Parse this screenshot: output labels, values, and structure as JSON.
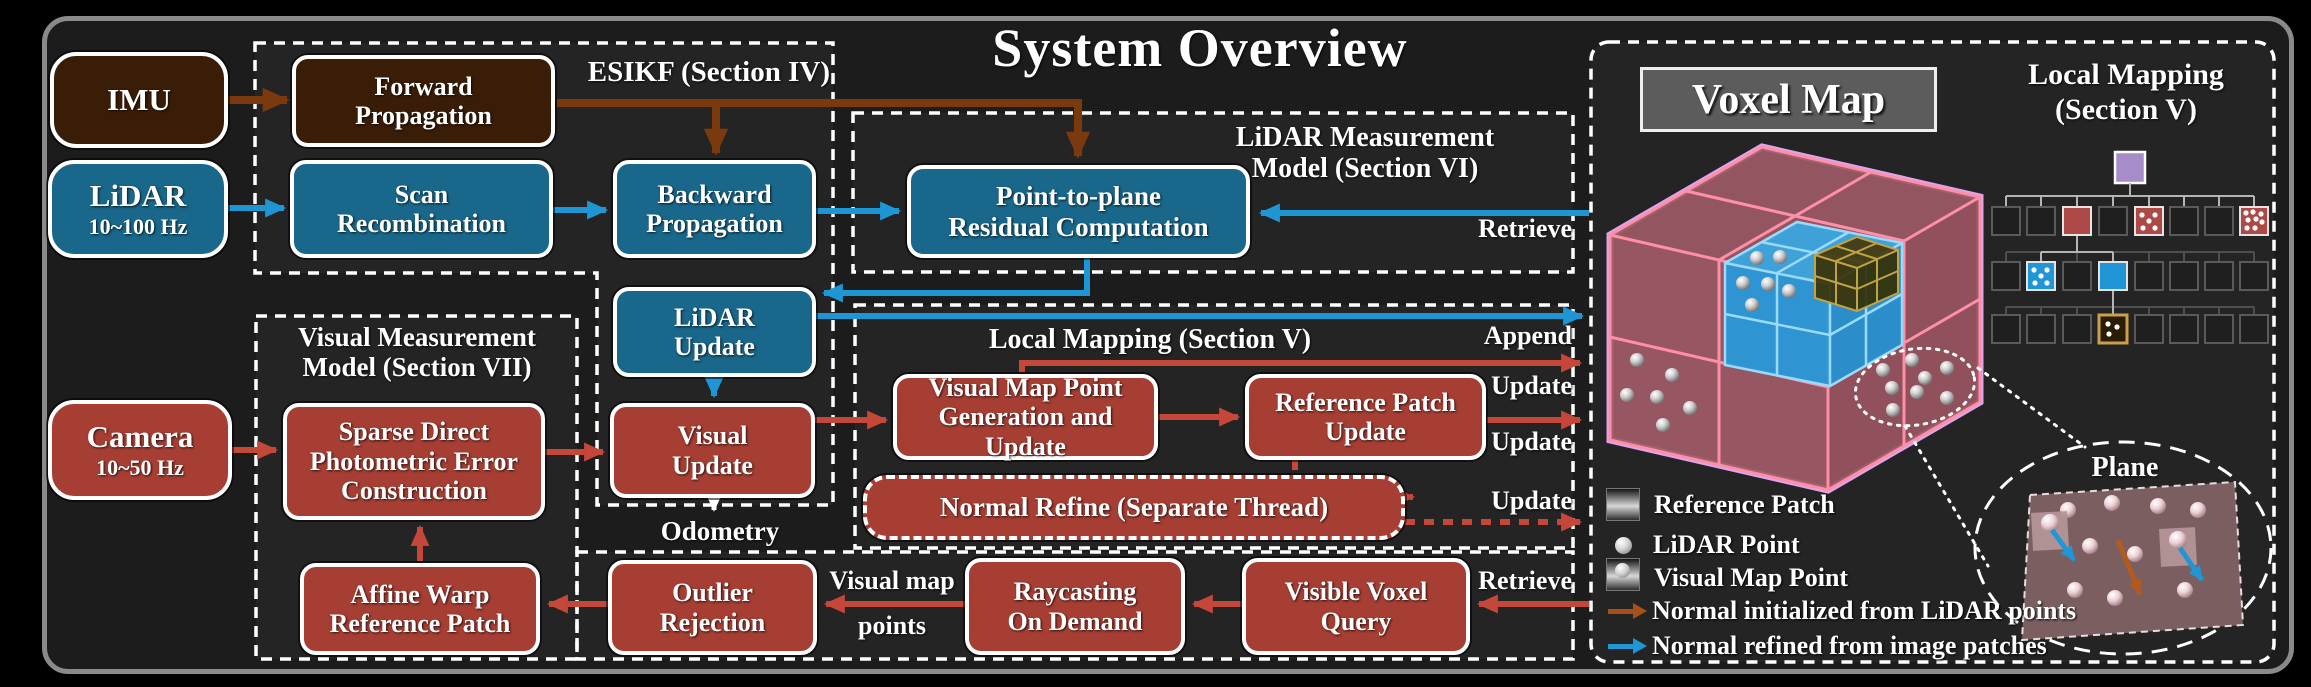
{
  "title": "System Overview",
  "colors": {
    "box_brown": "#3a1d07",
    "box_blue": "#19678a",
    "box_red": "#a63e33",
    "arrow_brown": "#7b3a0e",
    "arrow_blue": "#1e96d4",
    "arrow_red": "#c4473a",
    "arrow_white": "#ffffff",
    "legend_orange": "#a9501a",
    "legend_blue": "#2196d6",
    "voxel_pink_edge": "#ff8fa6",
    "voxel_violet_edge": "#dda3ee",
    "voxel_blue_fill": "#2a97d5",
    "octree_purple": "#a78cca"
  },
  "inputs": {
    "imu": {
      "label": "IMU"
    },
    "lidar": {
      "label": "LiDAR",
      "rate": "10~100 Hz"
    },
    "camera": {
      "label": "Camera",
      "rate": "10~50 Hz"
    }
  },
  "sections": {
    "esikf": "ESIKF (Section IV)",
    "lidar_measurement_model": [
      "LiDAR Measurement",
      "Model (Section VI)"
    ],
    "visual_measurement_model": [
      "Visual  Measurement",
      "Model (Section VII)"
    ],
    "local_mapping_flow": "Local Mapping (Section V)"
  },
  "nodes": {
    "forward_propagation": [
      "Forward",
      "Propagation"
    ],
    "scan_recombination": [
      "Scan",
      "Recombination"
    ],
    "backward_propagation": [
      "Backward",
      "Propagation"
    ],
    "point_to_plane": [
      "Point-to-plane",
      "Residual Computation"
    ],
    "lidar_update": [
      "LiDAR",
      "Update"
    ],
    "visual_update": [
      "Visual",
      "Update"
    ],
    "sparse_direct": [
      "Sparse Direct",
      "Photometric Error",
      "Construction"
    ],
    "visual_map_point": [
      "Visual Map Point",
      "Generation and Update"
    ],
    "reference_patch_update": [
      "Reference Patch",
      "Update"
    ],
    "normal_refine": [
      "Normal Refine (Separate Thread)"
    ],
    "affine_warp": [
      "Affine Warp",
      "Reference Patch"
    ],
    "outlier_rejection": [
      "Outlier",
      "Rejection"
    ],
    "raycasting": [
      "Raycasting",
      "On Demand"
    ],
    "visible_voxel_query": [
      "Visible Voxel",
      "Query"
    ]
  },
  "edge_labels": {
    "retrieve_top": "Retrieve",
    "append": "Append",
    "update_a": "Update",
    "update_b": "Update",
    "update_c": "Update",
    "retrieve_bottom": "Retrieve",
    "odometry": "Odometry",
    "visual_map_points": [
      "Visual map",
      "points"
    ]
  },
  "voxel_panel": {
    "title": "Voxel Map",
    "heading": [
      "Local Mapping",
      "(Section V)"
    ],
    "plane_label": "Plane",
    "legend": [
      {
        "icon": "reference-patch-icon",
        "label": "Reference Patch"
      },
      {
        "icon": "lidar-point-icon",
        "label": "LiDAR Point"
      },
      {
        "icon": "visual-map-point-icon",
        "label": "Visual Map Point"
      },
      {
        "icon": "normal-lidar-arrow-icon",
        "label": "Normal initialized from LiDAR points"
      },
      {
        "icon": "normal-image-arrow-icon",
        "label": "Normal refined from image patches"
      }
    ]
  }
}
